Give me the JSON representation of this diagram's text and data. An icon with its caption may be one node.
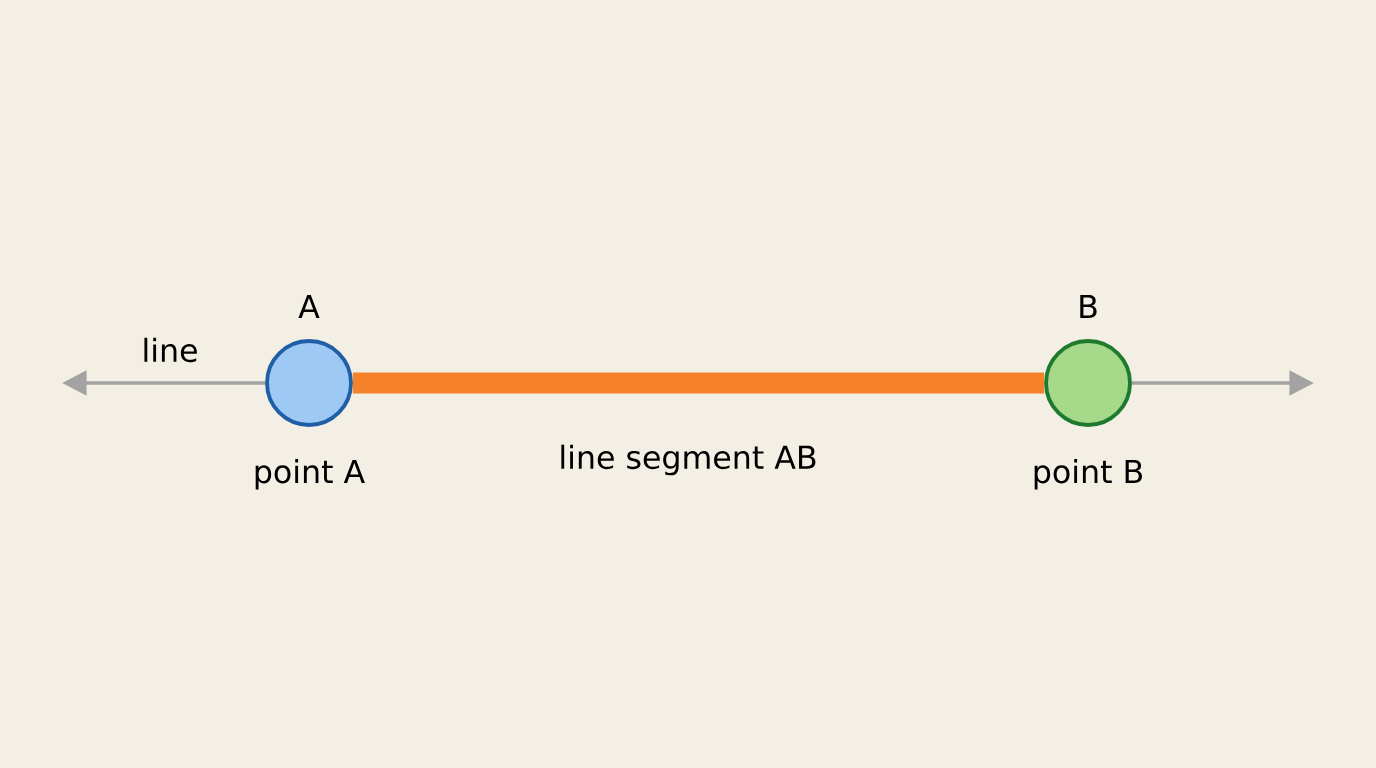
{
  "diagram": {
    "nodes": [
      {
        "text": [
          "A"
        ],
        "beside": [
          "point A"
        ]
      },
      {
        "text": [
          "B"
        ],
        "beside": [
          "point B"
        ]
      }
    ],
    "edges": [
      {
        "from": 0,
        "to": null,
        "arrow": "to",
        "label": "line"
      },
      {
        "from": 0,
        "to": 1,
        "arrow": "none",
        "label": "line segment AB",
        "style": "thick",
        "color": "#f5822a"
      },
      {
        "from": 1,
        "to": null,
        "arrow": "to"
      }
    ]
  }
}
